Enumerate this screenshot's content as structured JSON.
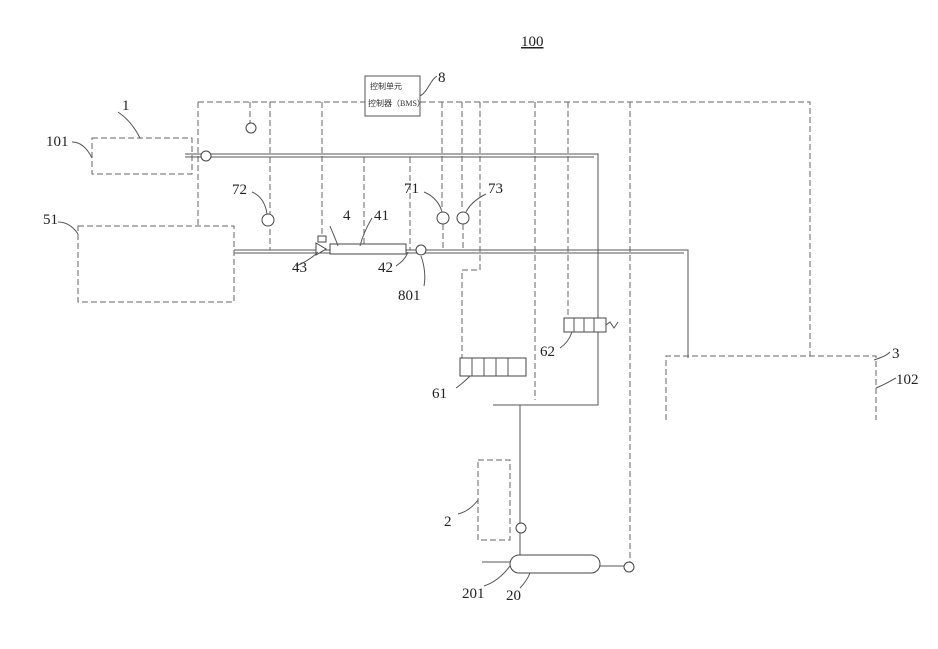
{
  "figure_number": "100",
  "control_unit": {
    "number": "8",
    "line1": "控制单元",
    "line2": "控制器（BMS）"
  },
  "labels": {
    "tank1": "1",
    "tank1_inner": "101",
    "block51": "51",
    "tank2": "2",
    "tank3": "3",
    "tank3_inner": "102",
    "valve4": "4",
    "pipe41": "41",
    "pipe42": "42",
    "pipe43": "43",
    "sensor71": "71",
    "sensor72": "72",
    "sensor73": "73",
    "sensor801": "801",
    "valve61": "61",
    "valve62": "62",
    "vessel20": "20",
    "vessel201": "201"
  }
}
